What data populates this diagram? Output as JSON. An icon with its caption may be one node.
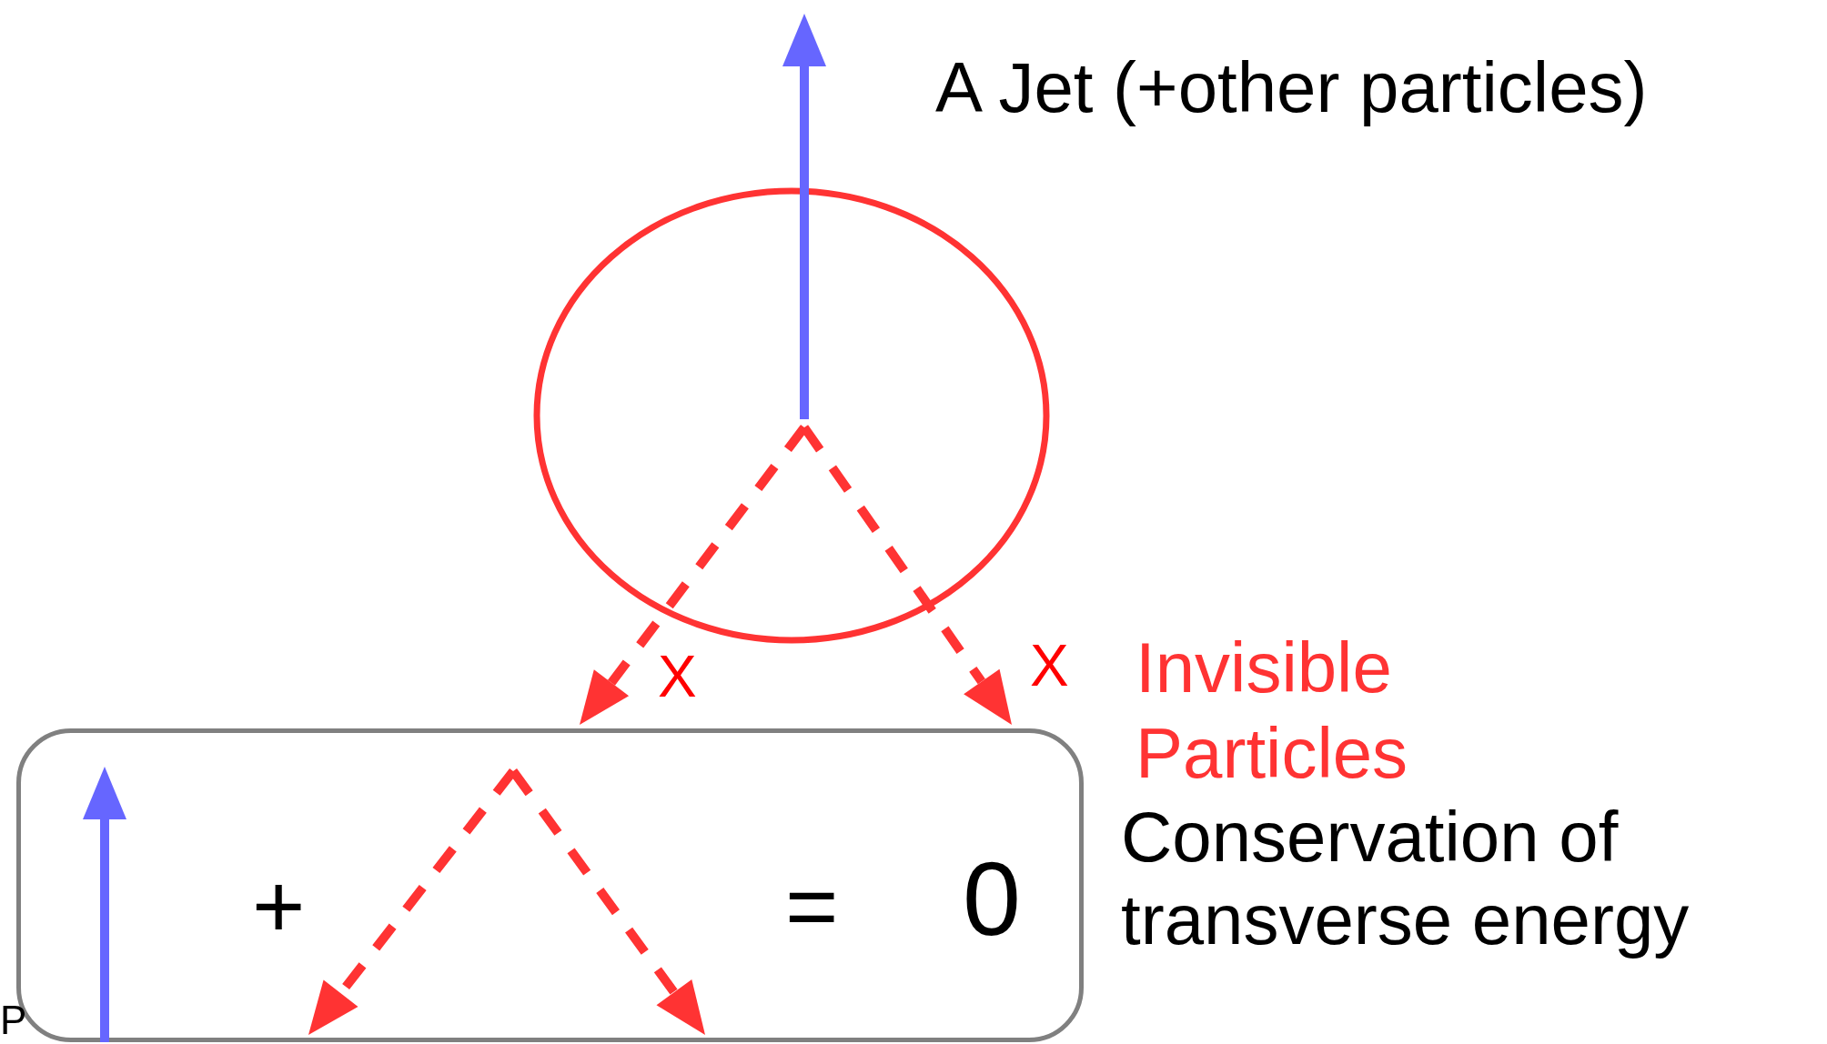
{
  "diagram": {
    "nodes": [
      {
        "text": [],
        "shape": "circle"
      },
      {
        "text": [
          "+",
          "=",
          "0"
        ],
        "beside": [
          "Conservation of transverse energy"
        ]
      }
    ],
    "labels": [
      "A Jet (+other particles)",
      "X",
      "X",
      "Invisible Particles",
      "P"
    ]
  }
}
